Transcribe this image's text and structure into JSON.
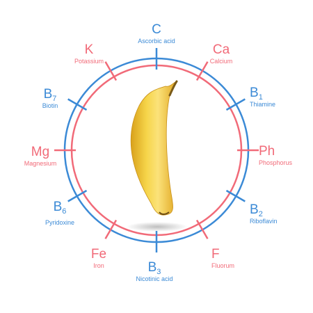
{
  "colors": {
    "blue": "#3b8ad6",
    "red": "#f16a78",
    "banana": "#f3cf3e",
    "background": "#ffffff"
  },
  "center_image": {
    "icon": "banana-icon"
  },
  "nutrients": [
    {
      "id": "c",
      "symbol": "C",
      "sub": "",
      "name": "Ascorbic acid",
      "color": "blue"
    },
    {
      "id": "ca",
      "symbol": "Ca",
      "sub": "",
      "name": "Calcium",
      "color": "red"
    },
    {
      "id": "b1",
      "symbol": "B",
      "sub": "1",
      "name": "Thiamine",
      "color": "blue"
    },
    {
      "id": "ph",
      "symbol": "Ph",
      "sub": "",
      "name": "Phosphorus",
      "color": "red"
    },
    {
      "id": "b2",
      "symbol": "B",
      "sub": "2",
      "name": "Riboflavin",
      "color": "blue"
    },
    {
      "id": "f",
      "symbol": "F",
      "sub": "",
      "name": "Fluorum",
      "color": "red"
    },
    {
      "id": "b3",
      "symbol": "B",
      "sub": "3",
      "name": "Nicotinic acid",
      "color": "blue"
    },
    {
      "id": "fe",
      "symbol": "Fe",
      "sub": "",
      "name": "Iron",
      "color": "red"
    },
    {
      "id": "b6",
      "symbol": "B",
      "sub": "6",
      "name": "Pyridoxine",
      "color": "blue"
    },
    {
      "id": "mg",
      "symbol": "Mg",
      "sub": "",
      "name": "Magnesium",
      "color": "red"
    },
    {
      "id": "b7",
      "symbol": "B",
      "sub": "7",
      "name": "Biotin",
      "color": "blue"
    },
    {
      "id": "k",
      "symbol": "K",
      "sub": "",
      "name": "Potassium",
      "color": "red"
    }
  ]
}
